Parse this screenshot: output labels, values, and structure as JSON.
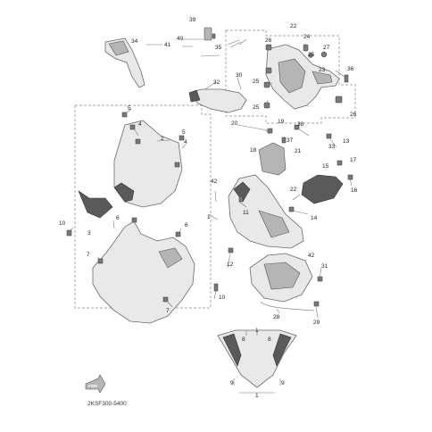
{
  "diagram": {
    "catalog_code": "2KSF300-5400",
    "forward_arrow_text": "FWD",
    "callouts": {
      "c1a": "1",
      "c1b": "1",
      "c1c": "1",
      "c2": "2",
      "c3": "3",
      "c4a": "4",
      "c4b": "4",
      "c5a": "5",
      "c5b": "5",
      "c6a": "6",
      "c6b": "6",
      "c7a": "7",
      "c7b": "7",
      "c8a": "8",
      "c8b": "8",
      "c9a": "9",
      "c9b": "9",
      "c10a": "10",
      "c10b": "10",
      "c11": "11",
      "c12": "12",
      "c13": "13",
      "c14": "14",
      "c15": "15",
      "c16": "16",
      "c17": "17",
      "c18": "18",
      "c19": "19",
      "c20": "20",
      "c21": "21",
      "c22a": "22",
      "c22b": "22",
      "c23": "23",
      "c24": "24",
      "c25a": "25",
      "c25b": "25",
      "c25c": "25",
      "c26a": "26",
      "c26b": "26",
      "c27": "27",
      "c28": "28",
      "c29": "29",
      "c30": "30",
      "c31": "31",
      "c32": "32",
      "c33": "33",
      "c34": "34",
      "c35": "35",
      "c36": "36",
      "c37": "37",
      "c38": "38",
      "c39": "39",
      "c40": "40",
      "c41": "41",
      "c42a": "42",
      "c42b": "42"
    }
  }
}
